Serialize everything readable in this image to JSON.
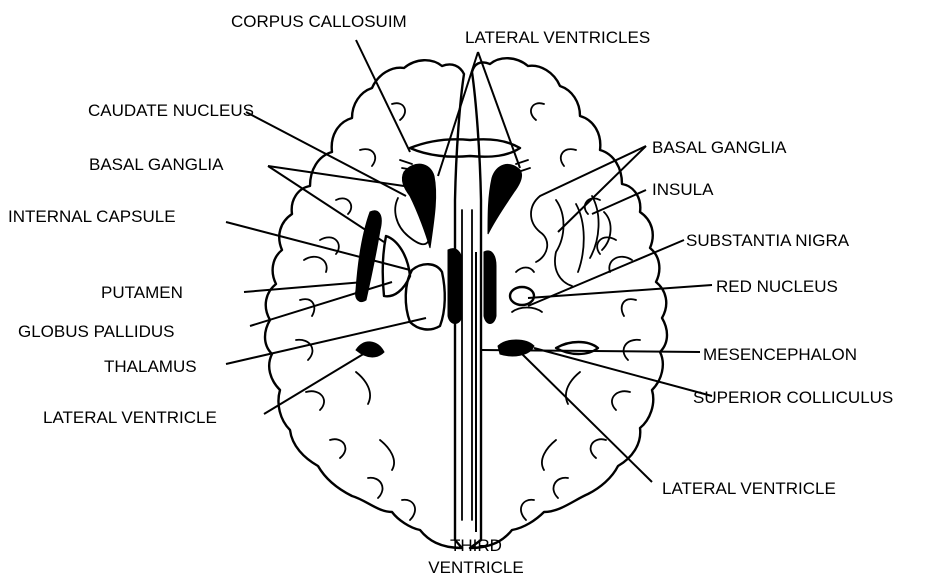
{
  "diagram": {
    "labels": {
      "corpus_callosuim": "CORPUS CALLOSUIM",
      "lateral_ventricles": "LATERAL VENTRICLES",
      "caudate_nucleus": "CAUDATE NUCLEUS",
      "basal_ganglia_left": "BASAL GANGLIA",
      "basal_ganglia_right": "BASAL GANGLIA",
      "insula": "INSULA",
      "internal_capsule": "INTERNAL CAPSULE",
      "substantia_nigra": "SUBSTANTIA NIGRA",
      "putamen": "PUTAMEN",
      "red_nucleus": "RED NUCLEUS",
      "globus_pallidus": "GLOBUS PALLIDUS",
      "mesencephalon": "MESENCEPHALON",
      "thalamus": "THALAMUS",
      "superior_colliculus": "SUPERIOR COLLICULUS",
      "lateral_ventricle_left": "LATERAL VENTRICLE",
      "lateral_ventricle_right": "LATERAL VENTRICLE",
      "third_ventricle_line1": "THIRD",
      "third_ventricle_line2": "VENTRICLE"
    }
  }
}
